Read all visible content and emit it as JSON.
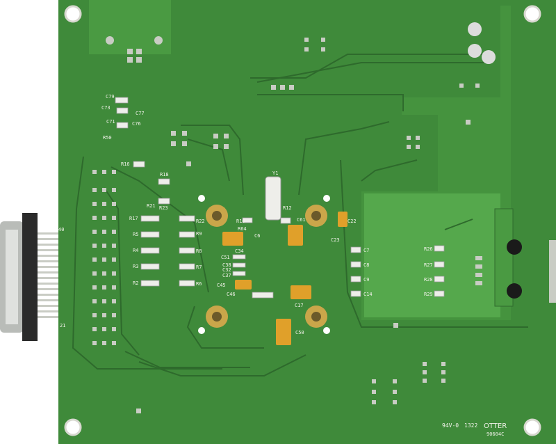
{
  "board": {
    "colors": {
      "background": "#ffffff",
      "soldermask": "#3f8a3a",
      "soldermask_dark": "#2f6f2e",
      "trace": "#2e6a2c",
      "pour": "#4a9a42",
      "silkscreen": "#f2f2ea",
      "pad": "#c9ccc4",
      "gold": "#caa64a",
      "tantalum": "#e0a02a"
    },
    "designators": {
      "C79": "C79",
      "C73": "C73",
      "C77": "C77",
      "C71": "C71",
      "C76": "C76",
      "R50": "R50",
      "R16": "R16",
      "R18": "R18",
      "R21": "R21",
      "R23": "R23",
      "R17": "R17",
      "R22": "R22",
      "R5": "R5",
      "R9": "R9",
      "R4": "R4",
      "R8": "R8",
      "R3": "R3",
      "R7": "R7",
      "R2": "R2",
      "R6": "R6",
      "R10": "R10",
      "R64": "R64",
      "C6": "C6",
      "Y1": "Y1",
      "R12": "R12",
      "C61": "C61",
      "C22": "C22",
      "C23": "C23",
      "C34": "C34",
      "C51": "C51",
      "C38": "C38",
      "C32": "C32",
      "C37": "C37",
      "C45": "C45",
      "C46": "C46",
      "C17": "C17",
      "C50": "C50",
      "C7": "C7",
      "C8": "C8",
      "C9": "C9",
      "C14": "C14",
      "R26": "R26",
      "R27": "R27",
      "R28": "R28",
      "R29": "R29"
    },
    "connector_pins": {
      "top": "40",
      "bottom": "21"
    },
    "marking": {
      "rating": "94V-0",
      "date_code": "1322",
      "brand": "OTTER",
      "part": "90604C"
    }
  }
}
